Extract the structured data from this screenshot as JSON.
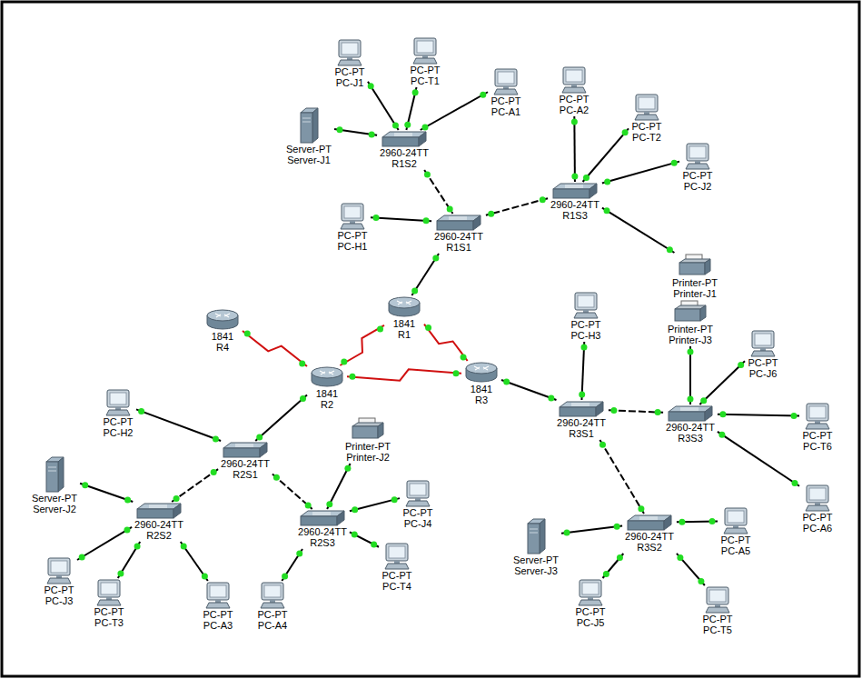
{
  "diagram": {
    "nodes": [
      {
        "text": [
          "PC-PT",
          "PC-J1"
        ]
      },
      {
        "text": [
          "PC-PT",
          "PC-T1"
        ]
      },
      {
        "text": [
          "PC-PT",
          "PC-A2"
        ]
      },
      {
        "text": [
          "PC-PT",
          "PC-A1"
        ]
      },
      {
        "text": [
          "PC-PT",
          "PC-T2"
        ]
      },
      {
        "text": [
          "Server-PT",
          "Server-J1"
        ]
      },
      {
        "text": [
          "2960-24TT",
          "R1S2"
        ]
      },
      {
        "text": [
          "PC-PT",
          "PC-J2"
        ]
      },
      {
        "text": [
          "2960-24TT",
          "R1S3"
        ]
      },
      {
        "text": [
          "PC-PT",
          "PC-H1"
        ]
      },
      {
        "text": [
          "2960-24TT",
          "R1S1"
        ]
      },
      {
        "text": [
          "Printer-PT",
          "Printer-J1"
        ]
      },
      {
        "text": [
          "1841",
          "R1"
        ]
      },
      {
        "text": [
          "1841",
          "R4"
        ]
      },
      {
        "text": [
          "PC-PT",
          "PC-H3"
        ]
      },
      {
        "text": [
          "Printer-PT",
          "Printer-J3"
        ]
      },
      {
        "text": [
          "1841",
          "R3"
        ]
      },
      {
        "text": [
          "1841",
          "R2"
        ]
      },
      {
        "text": [
          "PC-PT",
          "PC-J6"
        ]
      },
      {
        "text": [
          "PC-PT",
          "PC-H2"
        ]
      },
      {
        "text": [
          "Printer-PT",
          "Printer-J2"
        ]
      },
      {
        "text": [
          "2960-24TT",
          "R3S1"
        ]
      },
      {
        "text": [
          "2960-24TT",
          "R3S3"
        ]
      },
      {
        "text": [
          "2960-24TT",
          "R2S1"
        ]
      },
      {
        "text": [
          "PC-PT",
          "PC-T6"
        ]
      },
      {
        "text": [
          "Server-PT",
          "Server-J2"
        ]
      },
      {
        "text": [
          "PC-PT",
          "PC-J4"
        ]
      },
      {
        "text": [
          "2960-24TT",
          "R2S2"
        ]
      },
      {
        "text": [
          "2960-24TT",
          "R2S3"
        ]
      },
      {
        "text": [
          "PC-PT",
          "PC-A6"
        ]
      },
      {
        "text": [
          "Server-PT",
          "Server-J3"
        ]
      },
      {
        "text": [
          "2960-24TT",
          "R3S2"
        ]
      },
      {
        "text": [
          "PC-PT",
          "PC-A5"
        ]
      },
      {
        "text": [
          "PC-PT",
          "PC-T4"
        ]
      },
      {
        "text": [
          "PC-PT",
          "PC-J3"
        ]
      },
      {
        "text": [
          "PC-PT",
          "PC-T3"
        ]
      },
      {
        "text": [
          "PC-PT",
          "PC-A3"
        ]
      },
      {
        "text": [
          "PC-PT",
          "PC-A4"
        ]
      },
      {
        "text": [
          "PC-PT",
          "PC-J5"
        ]
      },
      {
        "text": [
          "PC-PT",
          "PC-T5"
        ]
      }
    ],
    "edges": [
      {
        "from": 6,
        "to": 0,
        "arrow": "none"
      },
      {
        "from": 6,
        "to": 1,
        "arrow": "none"
      },
      {
        "from": 6,
        "to": 3,
        "arrow": "none"
      },
      {
        "from": 6,
        "to": 5,
        "arrow": "none"
      },
      {
        "from": 6,
        "to": 10,
        "arrow": "none"
      },
      {
        "from": 8,
        "to": 2,
        "arrow": "none"
      },
      {
        "from": 8,
        "to": 4,
        "arrow": "none"
      },
      {
        "from": 8,
        "to": 7,
        "arrow": "none"
      },
      {
        "from": 8,
        "to": 11,
        "arrow": "none"
      },
      {
        "from": 8,
        "to": 10,
        "arrow": "none"
      },
      {
        "from": 10,
        "to": 9,
        "arrow": "none"
      },
      {
        "from": 10,
        "to": 12,
        "arrow": "none"
      },
      {
        "from": 12,
        "to": 17,
        "arrow": "none"
      },
      {
        "from": 12,
        "to": 16,
        "arrow": "none"
      },
      {
        "from": 17,
        "to": 13,
        "arrow": "none"
      },
      {
        "from": 17,
        "to": 16,
        "arrow": "none"
      },
      {
        "from": 17,
        "to": 23,
        "arrow": "none"
      },
      {
        "from": 16,
        "to": 21,
        "arrow": "none"
      },
      {
        "from": 23,
        "to": 19,
        "arrow": "none"
      },
      {
        "from": 23,
        "to": 27,
        "arrow": "none"
      },
      {
        "from": 23,
        "to": 28,
        "arrow": "none"
      },
      {
        "from": 27,
        "to": 25,
        "arrow": "none"
      },
      {
        "from": 27,
        "to": 34,
        "arrow": "none"
      },
      {
        "from": 27,
        "to": 35,
        "arrow": "none"
      },
      {
        "from": 27,
        "to": 36,
        "arrow": "none"
      },
      {
        "from": 28,
        "to": 20,
        "arrow": "none"
      },
      {
        "from": 28,
        "to": 26,
        "arrow": "none"
      },
      {
        "from": 28,
        "to": 33,
        "arrow": "none"
      },
      {
        "from": 28,
        "to": 37,
        "arrow": "none"
      },
      {
        "from": 21,
        "to": 14,
        "arrow": "none"
      },
      {
        "from": 21,
        "to": 22,
        "arrow": "none"
      },
      {
        "from": 21,
        "to": 31,
        "arrow": "none"
      },
      {
        "from": 22,
        "to": 15,
        "arrow": "none"
      },
      {
        "from": 22,
        "to": 18,
        "arrow": "none"
      },
      {
        "from": 22,
        "to": 24,
        "arrow": "none"
      },
      {
        "from": 22,
        "to": 29,
        "arrow": "none"
      },
      {
        "from": 31,
        "to": 30,
        "arrow": "none"
      },
      {
        "from": 31,
        "to": 32,
        "arrow": "none"
      },
      {
        "from": 31,
        "to": 38,
        "arrow": "none"
      },
      {
        "from": 31,
        "to": 39,
        "arrow": "none"
      }
    ]
  }
}
